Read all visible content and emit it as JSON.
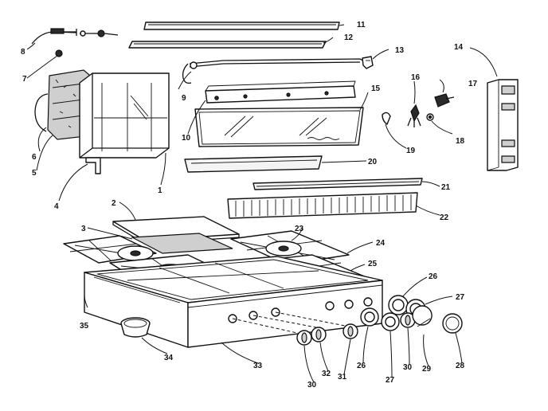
{
  "callouts": [
    {
      "id": "c1",
      "label": "1"
    },
    {
      "id": "c2",
      "label": "2"
    },
    {
      "id": "c3",
      "label": "3"
    },
    {
      "id": "c4",
      "label": "4"
    },
    {
      "id": "c5",
      "label": "5"
    },
    {
      "id": "c6",
      "label": "6"
    },
    {
      "id": "c7",
      "label": "7"
    },
    {
      "id": "c8",
      "label": "8"
    },
    {
      "id": "c9",
      "label": "9"
    },
    {
      "id": "c10",
      "label": "10"
    },
    {
      "id": "c11",
      "label": "11"
    },
    {
      "id": "c12",
      "label": "12"
    },
    {
      "id": "c13",
      "label": "13"
    },
    {
      "id": "c14",
      "label": "14"
    },
    {
      "id": "c15",
      "label": "15"
    },
    {
      "id": "c16",
      "label": "16"
    },
    {
      "id": "c17",
      "label": "17"
    },
    {
      "id": "c18",
      "label": "18"
    },
    {
      "id": "c19",
      "label": "19"
    },
    {
      "id": "c20",
      "label": "20"
    },
    {
      "id": "c21",
      "label": "21"
    },
    {
      "id": "c22",
      "label": "22"
    },
    {
      "id": "c23",
      "label": "23"
    },
    {
      "id": "c24",
      "label": "24"
    },
    {
      "id": "c25",
      "label": "25"
    },
    {
      "id": "c26a",
      "label": "26"
    },
    {
      "id": "c26b",
      "label": "26"
    },
    {
      "id": "c27a",
      "label": "27"
    },
    {
      "id": "c27b",
      "label": "27"
    },
    {
      "id": "c28",
      "label": "28"
    },
    {
      "id": "c29",
      "label": "29"
    },
    {
      "id": "c30a",
      "label": "30"
    },
    {
      "id": "c30b",
      "label": "30"
    },
    {
      "id": "c31",
      "label": "31"
    },
    {
      "id": "c32",
      "label": "32"
    },
    {
      "id": "c33",
      "label": "33"
    },
    {
      "id": "c34",
      "label": "34"
    },
    {
      "id": "c35",
      "label": "35"
    }
  ]
}
